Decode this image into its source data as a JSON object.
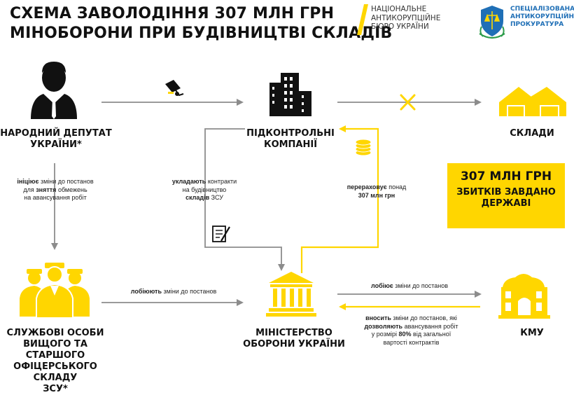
{
  "title": {
    "line1": "СХЕМА ЗАВОЛОДІННЯ 307 МЛН ГРН",
    "line2": "МІНОБОРОНИ ПРИ БУДІВНИЦТВІ СКЛАДІВ"
  },
  "logos": {
    "nabu": [
      "НАЦІОНАЛЬНЕ",
      "АНТИКОРУПЦІЙНЕ",
      "БЮРО УКРАЇНИ"
    ],
    "prosecutor": [
      "СПЕЦІАЛІЗОВАНА",
      "АНТИКОРУПЦІЙНА",
      "ПРОКУРАТУРА"
    ]
  },
  "nodes": {
    "deputy": [
      "НАРОДНИЙ ДЕПУТАТ",
      "УКРАЇНИ*"
    ],
    "companies": [
      "ПІДКОНТРОЛЬНІ",
      "КОМПАНІЇ"
    ],
    "warehouses": "СКЛАДИ",
    "officials": [
      "СЛУЖБОВІ ОСОБИ",
      "ВИЩОГО ТА СТАРШОГО",
      "ОФІЦЕРСЬКОГО СКЛАДУ",
      "ЗСУ*"
    ],
    "ministry": [
      "МІНІСТЕРСТВО",
      "ОБОРОНИ УКРАЇНИ"
    ],
    "kmu": "КМУ"
  },
  "notes": {
    "initiates": [
      [
        {
          "t": "ініціює",
          "b": true
        },
        {
          "t": " зміни до постанов",
          "b": false
        }
      ],
      [
        {
          "t": "для ",
          "b": false
        },
        {
          "t": "зняття",
          "b": true
        },
        {
          "t": " обмежень",
          "b": false
        }
      ],
      [
        {
          "t": "на авансування робіт",
          "b": false
        }
      ]
    ],
    "contracts": [
      [
        {
          "t": "укладають",
          "b": true
        },
        {
          "t": " контракти",
          "b": false
        }
      ],
      [
        {
          "t": "на будівництво",
          "b": false
        }
      ],
      [
        {
          "t": "складів",
          "b": true
        },
        {
          "t": " ЗСУ",
          "b": false
        }
      ]
    ],
    "transfers": [
      [
        {
          "t": "перераховує",
          "b": true
        },
        {
          "t": " понад",
          "b": false
        }
      ],
      [
        {
          "t": "307 млн грн",
          "b": true
        }
      ]
    ],
    "lobby_officials": [
      [
        {
          "t": "лобіюють",
          "b": true
        },
        {
          "t": " зміни до постанов",
          "b": false
        }
      ]
    ],
    "lobby_ministry": [
      [
        {
          "t": "лобіює",
          "b": true
        },
        {
          "t": " зміни до постанов",
          "b": false
        }
      ]
    ],
    "kmu_amends": [
      [
        {
          "t": "вносить",
          "b": true
        },
        {
          "t": " зміни до постанов, які",
          "b": false
        }
      ],
      [
        {
          "t": "дозволяють",
          "b": true
        },
        {
          "t": " авансування робіт",
          "b": false
        }
      ],
      [
        {
          "t": "у розмірі ",
          "b": false
        },
        {
          "t": "80%",
          "b": true
        },
        {
          "t": " від загальної",
          "b": false
        }
      ],
      [
        {
          "t": "вартості контрактів",
          "b": false
        }
      ]
    ]
  },
  "damage": {
    "amount": "307 МЛН ГРН",
    "line1": "ЗБИТКІВ ЗАВДАНО",
    "line2": "ДЕРЖАВІ"
  },
  "colors": {
    "accent": "#ffd600",
    "arrow_gray": "#8c8c8c",
    "text": "#111111",
    "prosecutor_blue": "#1f6fb6"
  },
  "icons": [
    "businessman-icon",
    "cctv-camera-icon",
    "office-building-icon",
    "cross-mark-icon",
    "warehouse-icon",
    "coins-stack-icon",
    "contract-signing-icon",
    "soldiers-group-icon",
    "ministry-building-icon",
    "government-building-icon",
    "prosecutor-emblem-icon"
  ]
}
